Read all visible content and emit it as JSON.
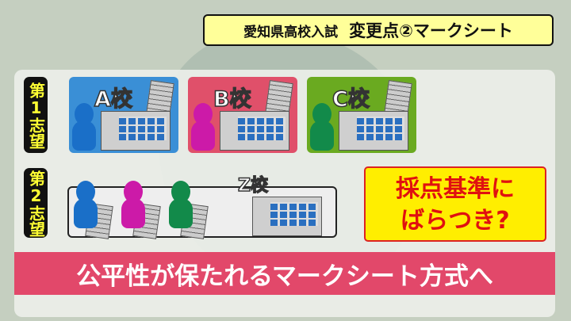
{
  "title": {
    "prefix": "愛知県高校入試",
    "main": "変更点②マークシート"
  },
  "first_choice": {
    "label": "第1志望",
    "schools": [
      {
        "name": "A校",
        "color": "#3a8fd6",
        "person_color": "#1a6fc8"
      },
      {
        "name": "B校",
        "color": "#e0506a",
        "person_color": "#cc1aa8"
      },
      {
        "name": "C校",
        "color": "#6aaa20",
        "person_color": "#128a4a"
      }
    ]
  },
  "second_choice": {
    "label": "第2志望",
    "school": "Z校"
  },
  "alert": {
    "line1": "採点基準に",
    "line2": "ばらつき?"
  },
  "banner": "公平性が保たれるマークシート方式へ"
}
